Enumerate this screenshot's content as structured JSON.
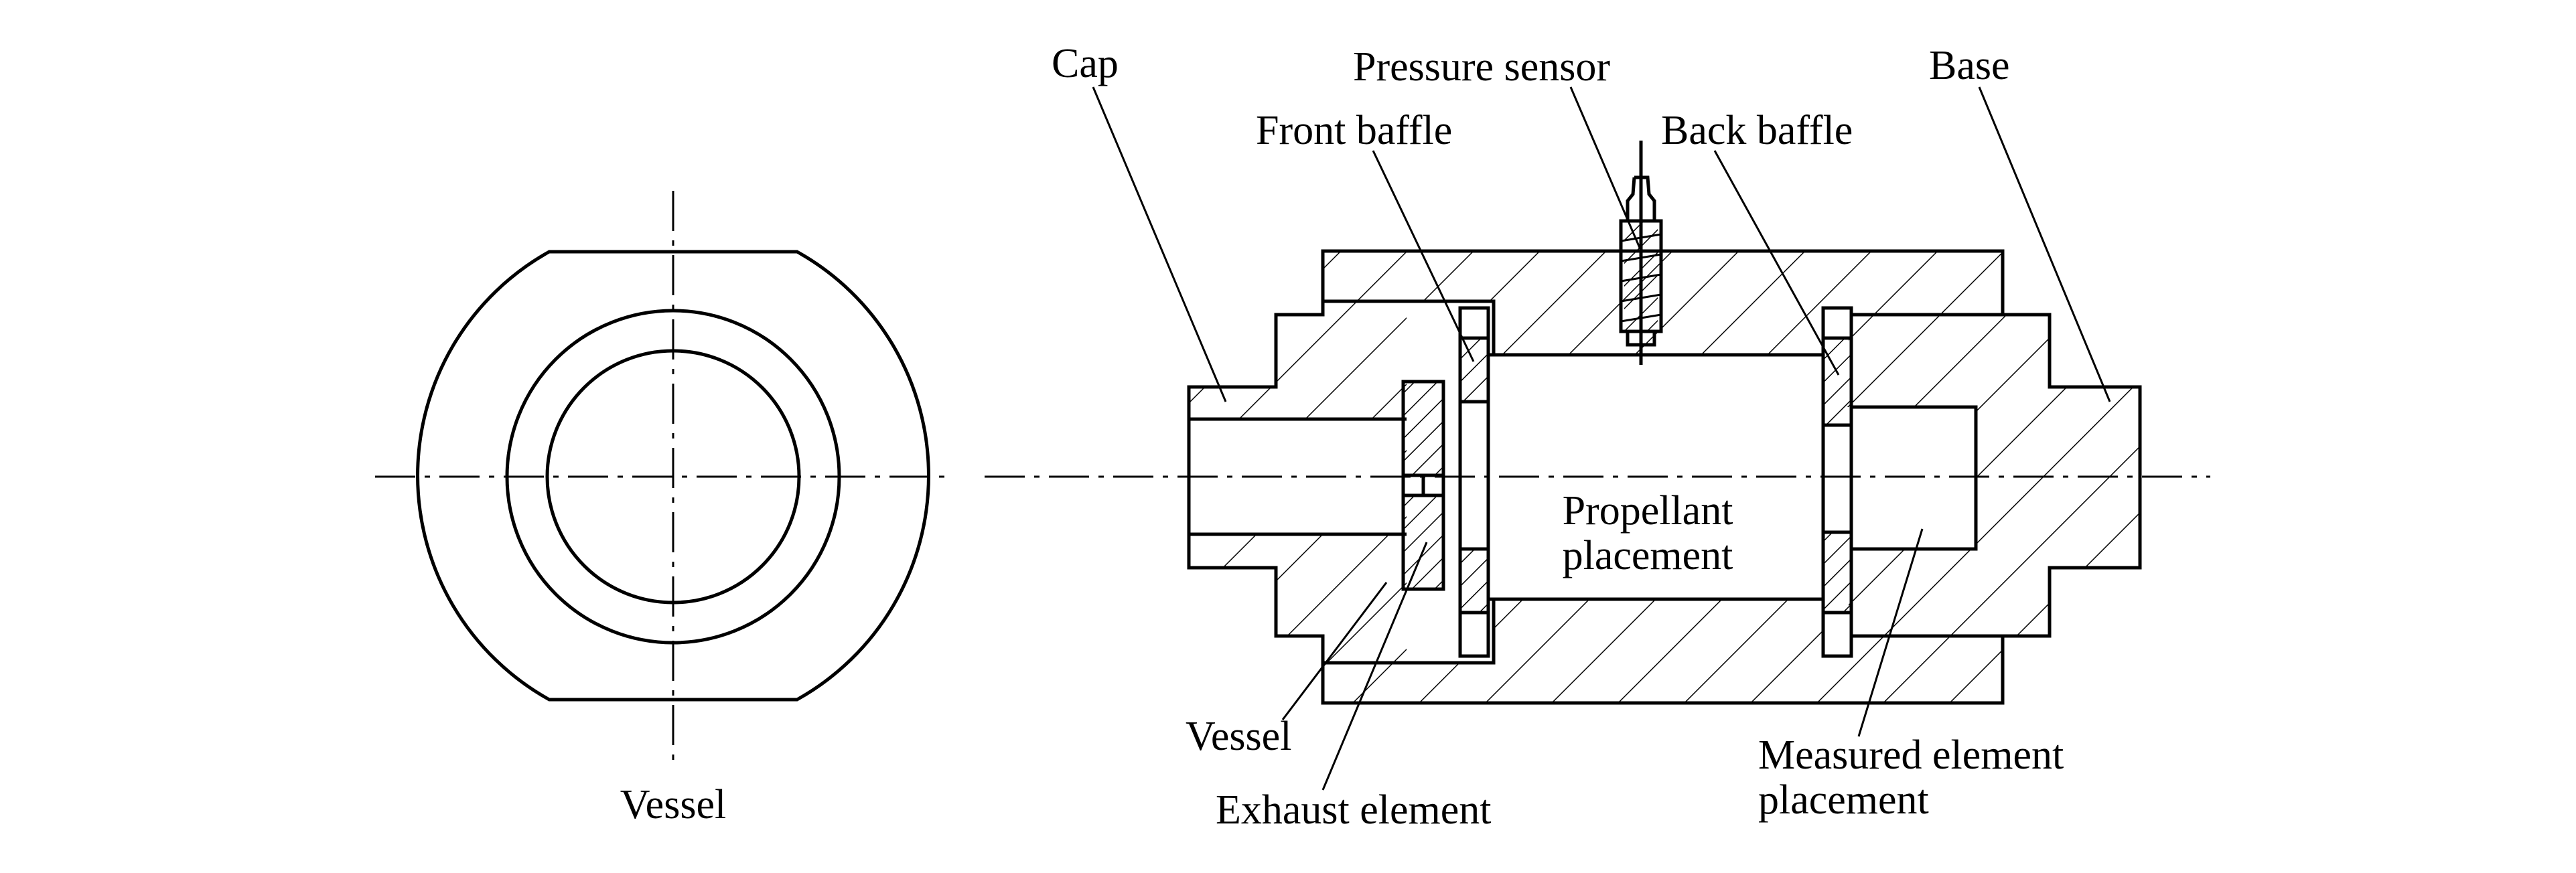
{
  "labels": {
    "vessel_front_view": "Vessel",
    "cap": "Cap",
    "pressure_sensor": "Pressure sensor",
    "front_baffle": "Front baffle",
    "back_baffle": "Back baffle",
    "base": "Base",
    "propellant_line1": "Propellant",
    "propellant_line2": "placement",
    "vessel_section": "Vessel",
    "exhaust_element": "Exhaust element",
    "measured_line1": "Measured element",
    "measured_line2": "placement"
  }
}
